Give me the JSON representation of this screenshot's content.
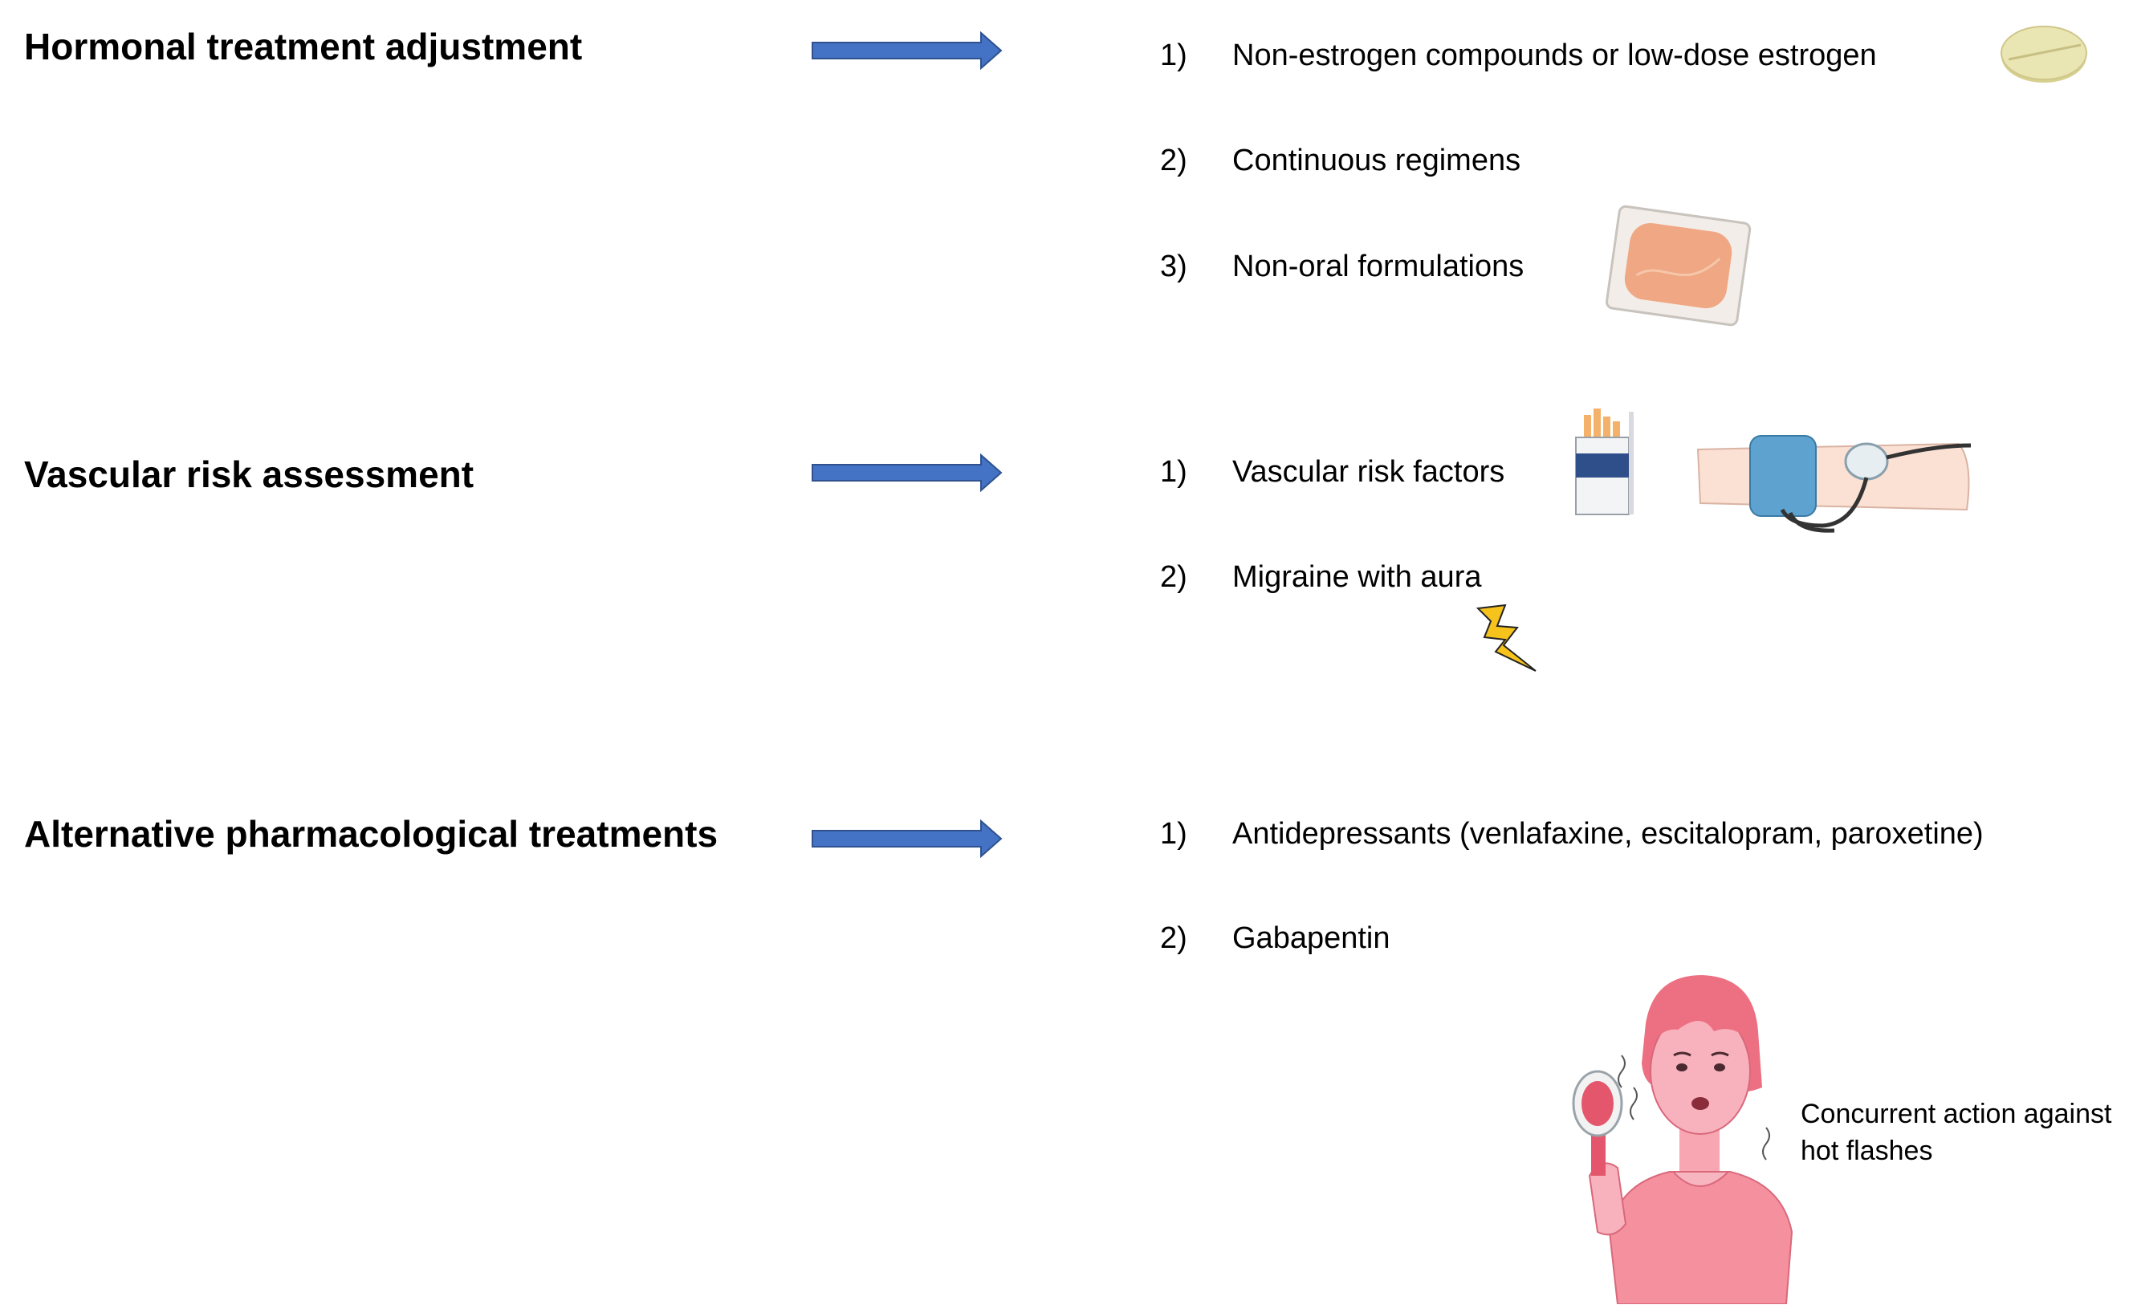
{
  "sections": [
    {
      "title": "Hormonal treatment adjustment",
      "items": [
        {
          "num": "1)",
          "text": "Non-estrogen compounds  or low-dose estrogen"
        },
        {
          "num": "2)",
          "text": "Continuous regimens"
        },
        {
          "num": "3)",
          "text": "Non-oral formulations"
        }
      ]
    },
    {
      "title": "Vascular risk assessment",
      "items": [
        {
          "num": "1)",
          "text": "Vascular risk factors"
        },
        {
          "num": "2)",
          "text": "Migraine with aura"
        }
      ]
    },
    {
      "title": "Alternative pharmacological treatments",
      "items": [
        {
          "num": "1)",
          "text": "Antidepressants (venlafaxine, escitalopram, paroxetine)"
        },
        {
          "num": "2)",
          "text": "Gabapentin"
        }
      ]
    }
  ],
  "caption": "Concurrent action against hot flashes",
  "colors": {
    "arrow": "#4472c4",
    "arrow_outline": "#2f528f",
    "woman": "#f08a9a"
  },
  "icons": [
    "pill-icon",
    "patch-icon",
    "cigarettes-icon",
    "blood-pressure-cuff-icon",
    "lightning-icon",
    "woman-hot-flash-icon"
  ]
}
